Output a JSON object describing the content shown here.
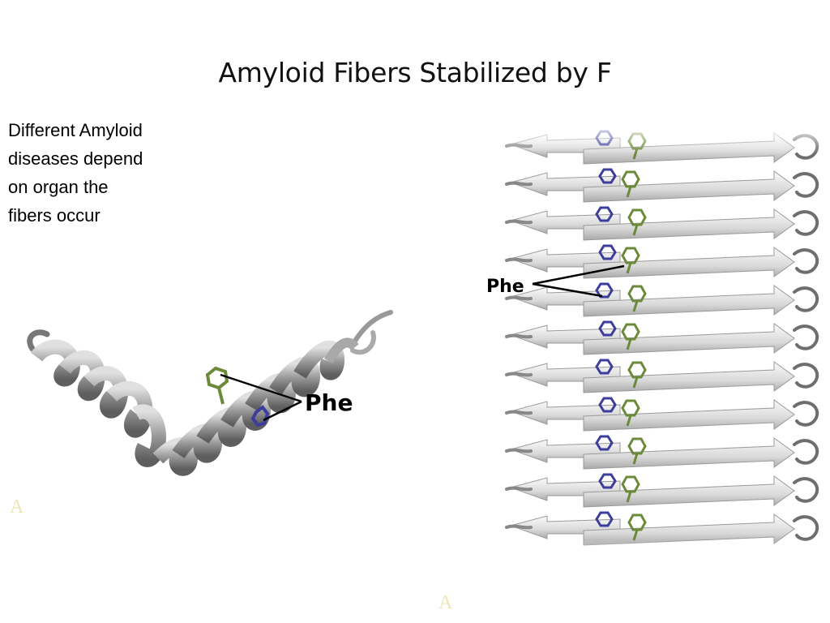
{
  "slide": {
    "title": "Amyloid Fibers Stabilized by F",
    "body_lines": [
      "Different Amyloid",
      "diseases depend",
      "on organ the",
      "fibers occur"
    ],
    "faint_marks": [
      "A",
      "A"
    ]
  },
  "left_figure": {
    "label": "Phe",
    "helix_color": "#8e8e8e",
    "phe_colors": [
      "#6b8a3a",
      "#3d3d9e"
    ]
  },
  "right_figure": {
    "label": "Phe",
    "strand_color": "#d9d9d9",
    "phe_colors": [
      "#6b8a3a",
      "#3d3d9e"
    ]
  }
}
